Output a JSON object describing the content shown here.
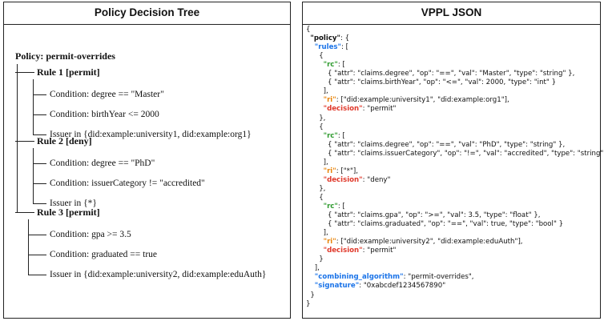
{
  "left_panel": {
    "title": "Policy Decision Tree",
    "policy_label": "Policy: permit-overrides",
    "rules": [
      {
        "label": "Rule 1 [permit]",
        "conditions": [
          "Condition: degree == \"Master\"",
          "Condition: birthYear <= 2000",
          "Issuer in {did:example:university1, did:example:org1}"
        ]
      },
      {
        "label": "Rule 2 [deny]",
        "conditions": [
          "Condition: degree == \"PhD\"",
          "Condition: issuerCategory != \"accredited\"",
          "Issuer in {*}"
        ]
      },
      {
        "label": "Rule 3 [permit]",
        "conditions": [
          "Condition: gpa >= 3.5",
          "Condition: graduated == true",
          "Issuer in {did:example:university2, did:example:eduAuth}"
        ]
      }
    ]
  },
  "right_panel": {
    "title": "VPPL JSON",
    "lines": [
      {
        "indent": 0,
        "parts": [
          {
            "t": "{",
            "c": ""
          }
        ]
      },
      {
        "indent": 1,
        "parts": [
          {
            "t": "\"policy\"",
            "c": "k-plain"
          },
          {
            "t": ": {",
            "c": ""
          }
        ]
      },
      {
        "indent": 2,
        "parts": [
          {
            "t": "\"rules\"",
            "c": "k-blue"
          },
          {
            "t": ": [",
            "c": ""
          }
        ]
      },
      {
        "indent": 3,
        "parts": [
          {
            "t": "{",
            "c": ""
          }
        ]
      },
      {
        "indent": 4,
        "parts": [
          {
            "t": "\"rc\"",
            "c": "k-green"
          },
          {
            "t": ": [",
            "c": ""
          }
        ]
      },
      {
        "indent": 5,
        "parts": [
          {
            "t": "{ \"attr\": \"claims.degree\", \"op\": \"==\", \"val\": \"Master\", \"type\": \"string\" },",
            "c": ""
          }
        ]
      },
      {
        "indent": 5,
        "parts": [
          {
            "t": "{ \"attr\": \"claims.birthYear\", \"op\": \"<=\", \"val\": 2000, \"type\": \"int\" }",
            "c": ""
          }
        ]
      },
      {
        "indent": 4,
        "parts": [
          {
            "t": "],",
            "c": ""
          }
        ]
      },
      {
        "indent": 4,
        "parts": [
          {
            "t": "\"ri\"",
            "c": "k-orange"
          },
          {
            "t": ": [\"did:example:university1\", \"did:example:org1\"],",
            "c": ""
          }
        ]
      },
      {
        "indent": 4,
        "parts": [
          {
            "t": "\"decision\"",
            "c": "k-red"
          },
          {
            "t": ": \"permit\"",
            "c": ""
          }
        ]
      },
      {
        "indent": 3,
        "parts": [
          {
            "t": "},",
            "c": ""
          }
        ]
      },
      {
        "indent": 3,
        "parts": [
          {
            "t": "{",
            "c": ""
          }
        ]
      },
      {
        "indent": 4,
        "parts": [
          {
            "t": "\"rc\"",
            "c": "k-green"
          },
          {
            "t": ": [",
            "c": ""
          }
        ]
      },
      {
        "indent": 5,
        "parts": [
          {
            "t": "{ \"attr\": \"claims.degree\", \"op\": \"==\", \"val\": \"PhD\", \"type\": \"string\" },",
            "c": ""
          }
        ]
      },
      {
        "indent": 5,
        "parts": [
          {
            "t": "{ \"attr\": \"claims.issuerCategory\", \"op\": \"!=\", \"val\": \"accredited\", \"type\": \"string\" }",
            "c": ""
          }
        ]
      },
      {
        "indent": 4,
        "parts": [
          {
            "t": "],",
            "c": ""
          }
        ]
      },
      {
        "indent": 4,
        "parts": [
          {
            "t": "\"ri\"",
            "c": "k-orange"
          },
          {
            "t": ": [\"*\"],",
            "c": ""
          }
        ]
      },
      {
        "indent": 4,
        "parts": [
          {
            "t": "\"decision\"",
            "c": "k-red"
          },
          {
            "t": ": \"deny\"",
            "c": ""
          }
        ]
      },
      {
        "indent": 3,
        "parts": [
          {
            "t": "},",
            "c": ""
          }
        ]
      },
      {
        "indent": 3,
        "parts": [
          {
            "t": "{",
            "c": ""
          }
        ]
      },
      {
        "indent": 4,
        "parts": [
          {
            "t": "\"rc\"",
            "c": "k-green"
          },
          {
            "t": ": [",
            "c": ""
          }
        ]
      },
      {
        "indent": 5,
        "parts": [
          {
            "t": "{ \"attr\": \"claims.gpa\", \"op\": \">=\", \"val\": 3.5, \"type\": \"float\" },",
            "c": ""
          }
        ]
      },
      {
        "indent": 5,
        "parts": [
          {
            "t": "{ \"attr\": \"claims.graduated\", \"op\": \"==\", \"val\": true, \"type\": \"bool\" }",
            "c": ""
          }
        ]
      },
      {
        "indent": 4,
        "parts": [
          {
            "t": "],",
            "c": ""
          }
        ]
      },
      {
        "indent": 4,
        "parts": [
          {
            "t": "\"ri\"",
            "c": "k-orange"
          },
          {
            "t": ": [\"did:example:university2\", \"did:example:eduAuth\"],",
            "c": ""
          }
        ]
      },
      {
        "indent": 4,
        "parts": [
          {
            "t": "\"decision\"",
            "c": "k-red"
          },
          {
            "t": ": \"permit\"",
            "c": ""
          }
        ]
      },
      {
        "indent": 3,
        "parts": [
          {
            "t": "}",
            "c": ""
          }
        ]
      },
      {
        "indent": 2,
        "parts": [
          {
            "t": "],",
            "c": ""
          }
        ]
      },
      {
        "indent": 2,
        "parts": [
          {
            "t": "\"combining_algorithm\"",
            "c": "k-blue"
          },
          {
            "t": ": \"permit-overrides\",",
            "c": ""
          }
        ]
      },
      {
        "indent": 2,
        "parts": [
          {
            "t": "\"signature\"",
            "c": "k-blue"
          },
          {
            "t": ": \"0xabcdef1234567890\"",
            "c": ""
          }
        ]
      },
      {
        "indent": 1,
        "parts": [
          {
            "t": "}",
            "c": ""
          }
        ]
      },
      {
        "indent": 0,
        "parts": [
          {
            "t": "}",
            "c": ""
          }
        ]
      }
    ]
  },
  "colors": {
    "rules_key": "#1a73e8",
    "rc_key": "#2e9a2e",
    "ri_key": "#e8850c",
    "decision_key": "#e0392b"
  }
}
